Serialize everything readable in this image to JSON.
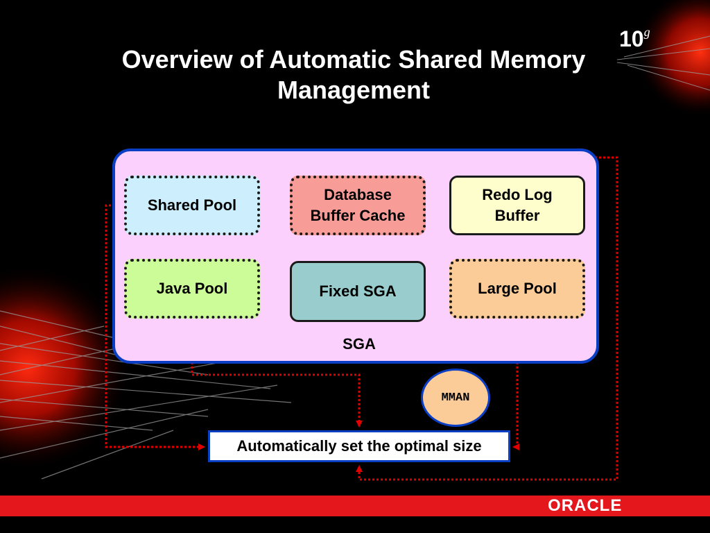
{
  "slide": {
    "title_line1": "Overview of Automatic Shared Memory",
    "title_line2": "Management",
    "version": "10",
    "version_sup": "g",
    "brand": "ORACLE"
  },
  "diagram": {
    "sga_label": "SGA",
    "pools": {
      "shared_pool": "Shared Pool",
      "buffer_cache_line1": "Database",
      "buffer_cache_line2": "Buffer Cache",
      "redo_log_line1": "Redo Log",
      "redo_log_line2": "Buffer",
      "java_pool": "Java Pool",
      "fixed_sga": "Fixed SGA",
      "large_pool": "Large Pool"
    },
    "mman": "MMAN",
    "auto_size": "Automatically set the optimal size"
  },
  "colors": {
    "background": "#000000",
    "sga_fill": "#fcd0fc",
    "sga_border": "#0a3ec4",
    "shared_pool_fill": "#cdeefc",
    "buffer_cache_fill": "#f89c98",
    "redo_log_fill": "#fefecc",
    "java_pool_fill": "#ccfc98",
    "fixed_sga_fill": "#99cccc",
    "large_pool_fill": "#fccc98",
    "mman_fill": "#fccc98",
    "connector": "#e00000",
    "brand_bar": "#e3171c"
  }
}
